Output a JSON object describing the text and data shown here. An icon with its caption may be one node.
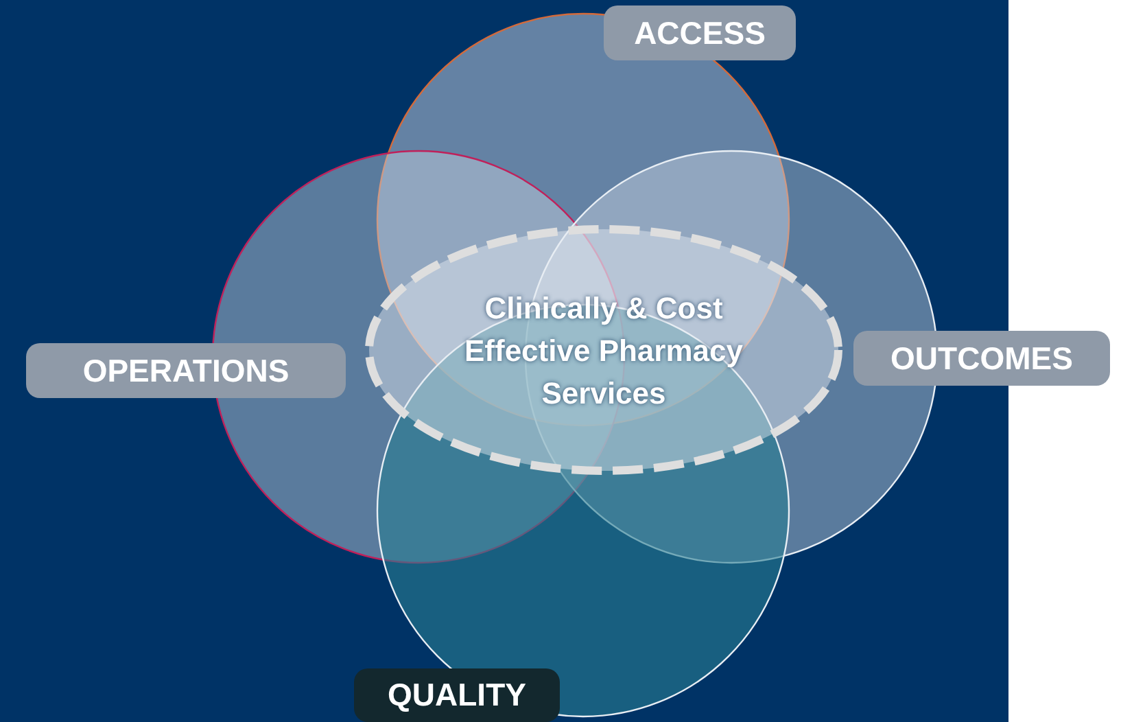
{
  "diagram": {
    "nodes": [
      {
        "text": [
          "ACCESS"
        ]
      },
      {
        "text": [
          "OPERATIONS"
        ]
      },
      {
        "text": [
          "Clinically & Cost Effective Pharmacy Services"
        ]
      },
      {
        "text": [
          "OUTCOMES"
        ]
      },
      {
        "text": [
          "QUALITY"
        ]
      }
    ],
    "edges": []
  }
}
